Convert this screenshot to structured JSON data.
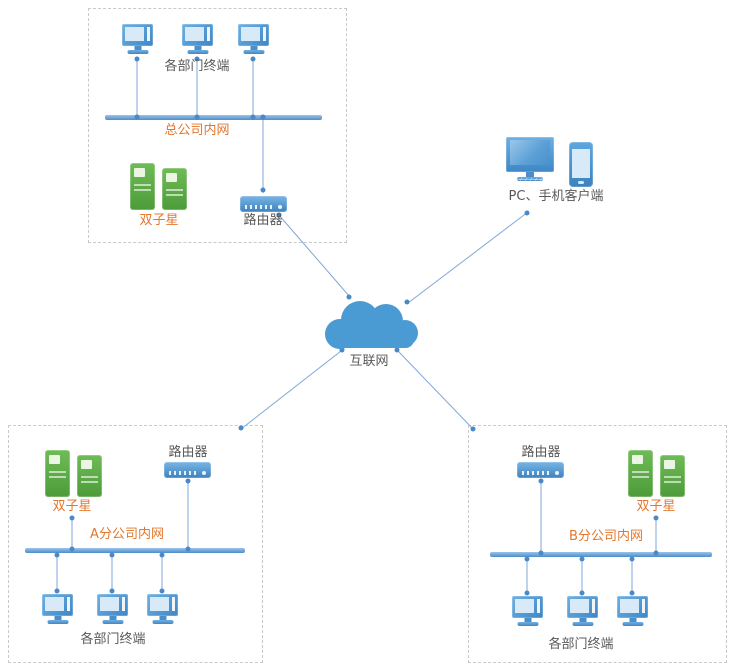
{
  "diagram": {
    "nodes": {
      "hq": {
        "terminals": "各部门终端",
        "network": "总公司内网",
        "servers": "双子星",
        "router": "路由器"
      },
      "clients": "PC、手机客户端",
      "internet": "互联网",
      "branch_a": {
        "servers": "双子星",
        "router": "路由器",
        "network": "A分公司内网",
        "terminals": "各部门终端"
      },
      "branch_b": {
        "router": "路由器",
        "servers": "双子星",
        "network": "B分公司内网",
        "terminals": "各部门终端"
      }
    },
    "colors": {
      "device_blue": "#4a8fc9",
      "device_screen_light": "#d8eaf8",
      "server_green": "#5aa845",
      "cloud_blue": "#4a9ad3",
      "bus_blue": "#5b9bd5",
      "line_blue": "#7fa8d9",
      "dot_blue": "#4a88c6",
      "label_orange": "#e2772d",
      "label_gray": "#595959",
      "box_border_gray": "#c9c9c9"
    },
    "icons": {
      "desktop-icon": "css-monitor-shape",
      "server-icon": "css-green-tower-shape",
      "router-icon": "css-flat-switch-shape",
      "pc-icon": "css-monitor-keyboard-shape",
      "phone-icon": "css-smartphone-shape",
      "cloud-icon": "svg-cloud-shape"
    }
  }
}
